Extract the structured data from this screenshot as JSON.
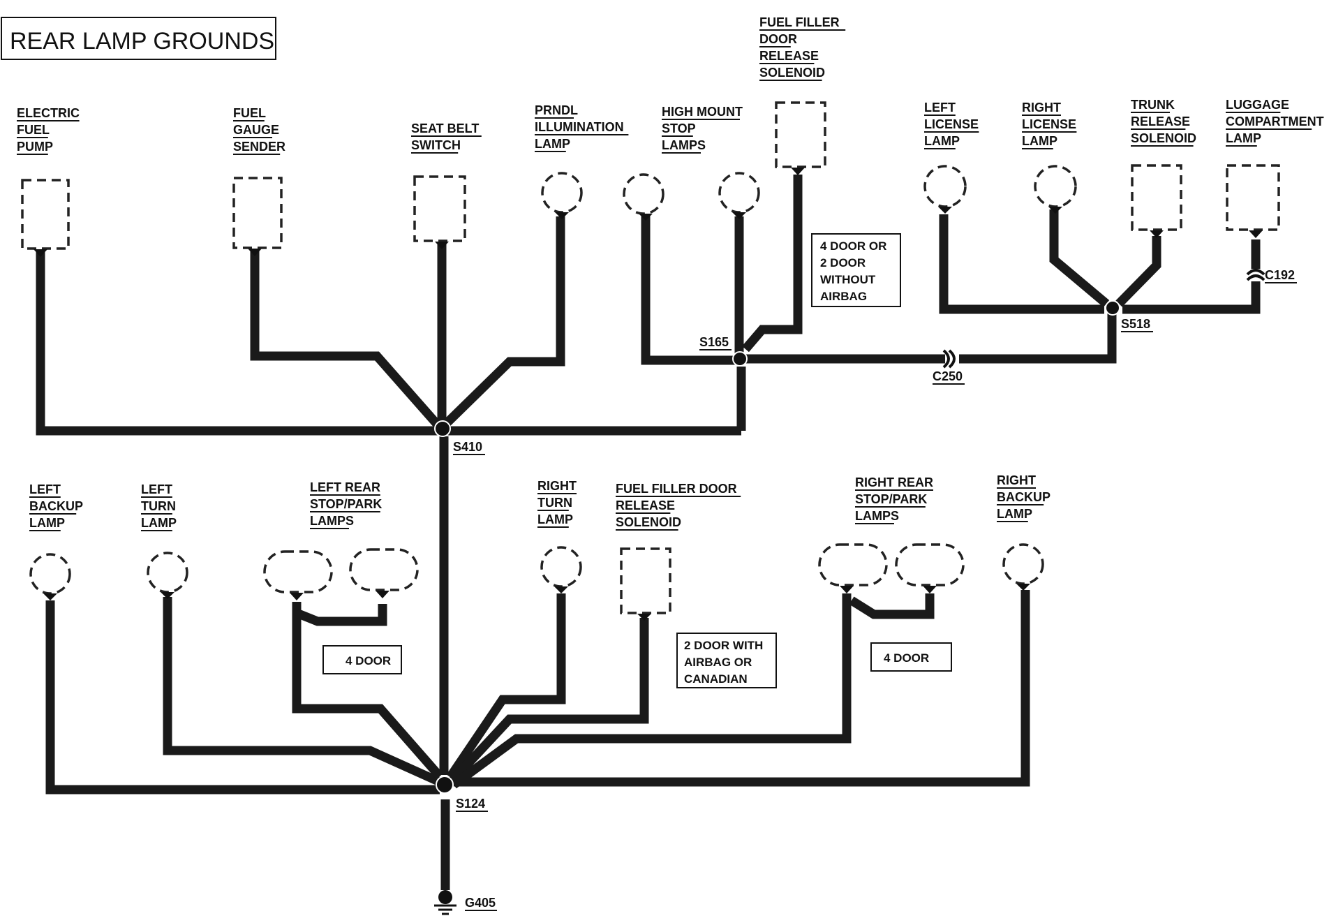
{
  "title": "REAR LAMP GROUNDS",
  "components": {
    "electric_fuel_pump": [
      "ELECTRIC",
      "FUEL",
      "PUMP"
    ],
    "fuel_gauge_sender": [
      "FUEL",
      "GAUGE",
      "SENDER"
    ],
    "seat_belt_switch": [
      "SEAT BELT",
      "SWITCH"
    ],
    "prndl_illumination_lamp": [
      "PRNDL",
      "ILLUMINATION",
      "LAMP"
    ],
    "high_mount_stop_lamps": [
      "HIGH MOUNT",
      "STOP",
      "LAMPS"
    ],
    "fuel_filler_door_release_solenoid_top": [
      "FUEL FILLER",
      "DOOR",
      "RELEASE",
      "SOLENOID"
    ],
    "left_license_lamp": [
      "LEFT",
      "LICENSE",
      "LAMP"
    ],
    "right_license_lamp": [
      "RIGHT",
      "LICENSE",
      "LAMP"
    ],
    "trunk_release_solenoid": [
      "TRUNK",
      "RELEASE",
      "SOLENOID"
    ],
    "luggage_compartment_lamp": [
      "LUGGAGE",
      "COMPARTMENT",
      "LAMP"
    ],
    "left_backup_lamp": [
      "LEFT",
      "BACKUP",
      "LAMP"
    ],
    "left_turn_lamp": [
      "LEFT",
      "TURN",
      "LAMP"
    ],
    "left_rear_stop_park_lamps": [
      "LEFT REAR",
      "STOP/PARK",
      "LAMPS"
    ],
    "right_turn_lamp": [
      "RIGHT",
      "TURN",
      "LAMP"
    ],
    "fuel_filler_door_release_solenoid_bottom": [
      "FUEL FILLER DOOR",
      "RELEASE",
      "SOLENOID"
    ],
    "right_rear_stop_park_lamps": [
      "RIGHT REAR",
      "STOP/PARK",
      "LAMPS"
    ],
    "right_backup_lamp": [
      "RIGHT",
      "BACKUP",
      "LAMP"
    ]
  },
  "notes": {
    "four_door_or_two_door": [
      "4 DOOR  OR",
      "2 DOOR",
      "WITHOUT",
      "AIRBAG"
    ],
    "four_door_left": [
      "4 DOOR"
    ],
    "two_door_airbag_canadian": [
      "2 DOOR WITH",
      "AIRBAG OR",
      "CANADIAN"
    ],
    "four_door_right": [
      "4 DOOR"
    ]
  },
  "nodes": {
    "s410": "S410",
    "s165": "S165",
    "s518": "S518",
    "c250": "C250",
    "c192": "C192",
    "s124": "S124",
    "g405": "G405"
  }
}
